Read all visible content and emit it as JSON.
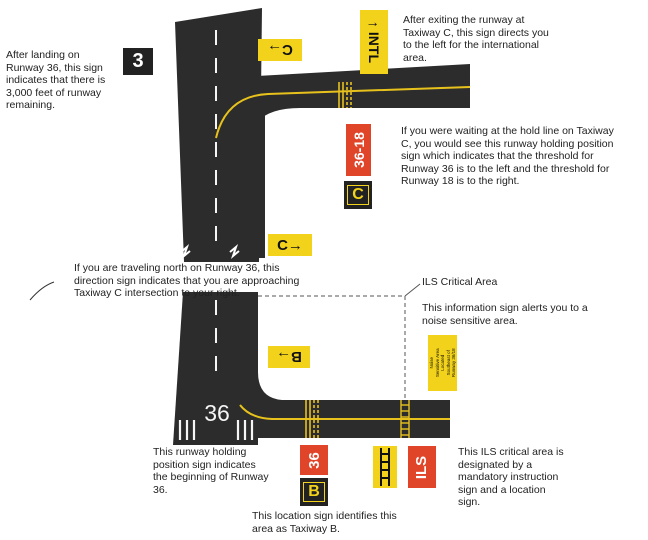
{
  "annotations": {
    "remaining": "After landing on Runway 36, this sign indicates that there is 3,000 feet of runway remaining.",
    "intl": "After exiting the runway at Taxiway C, this sign directs you to the left for the international area.",
    "hold_line": "If you were waiting at the hold line on Taxiway C, you would see this runway holding position sign which indicates that the threshold for Runway 36 is to the left and the threshold for Runway 18 is to the right.",
    "direction": "If you are traveling north on Runway 36, this direction sign indicates that you are approaching Taxiway C intersection to your right.",
    "ils_area_label": "ILS Critical Area",
    "noise_info": "This information sign alerts you to a noise sensitive area.",
    "runway_hold": "This runway holding position sign indicates the beginning of Runway 36.",
    "location": "This location sign identifies this area as Taxiway B.",
    "ils_critical": "This ILS critical area is designated by a mandatory instruction sign and a location sign."
  },
  "signs": {
    "distance_remaining": "3",
    "taxiway_c_direction_top": "C→",
    "intl_direction": "↑ INTL",
    "hold_36_18": "36-18",
    "location_c": "C",
    "taxiway_c_direction": "C→",
    "taxiway_b_direction": "B→",
    "noise_info_sign": "Noise Sensitive Area Located Southeast of Runway 36/18",
    "runway_number": "36",
    "hold_36": "36",
    "location_b": "B",
    "ils": "ILS"
  },
  "colors": {
    "pavement": "#2b2b2b",
    "sign_yellow": "#f2d21a",
    "sign_red": "#e0452a",
    "marking_yellow": "#e8c21c"
  }
}
